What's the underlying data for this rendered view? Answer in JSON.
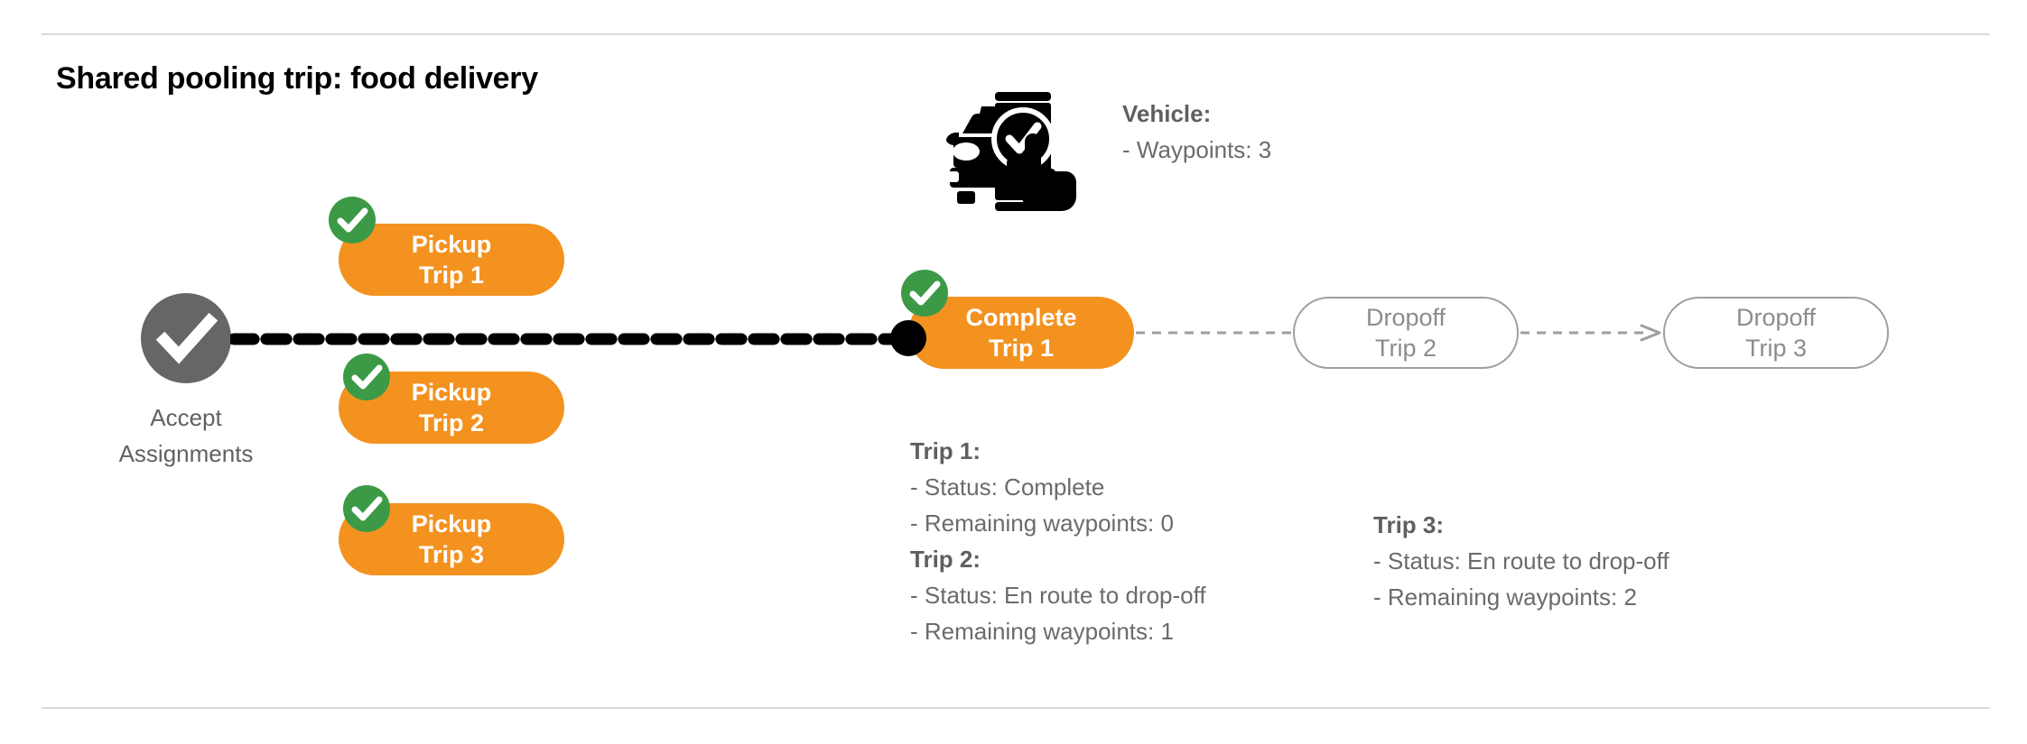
{
  "page": {
    "title": "Shared pooling trip: food delivery",
    "accent_orange": "#F3921F",
    "accent_green": "#3C9A46",
    "node_gray": "#666666",
    "outline_gray": "#9e9e9e",
    "text_gray": "#6b6b6b"
  },
  "vehicle": {
    "icon": "vehicle-phone-check-icon",
    "label": "Vehicle",
    "label_with_colon": "Vehicle:",
    "waypoints_line": "- Waypoints: 3",
    "waypoints": 3
  },
  "start_node": {
    "icon": "check-circle-icon",
    "label_line_1": "Accept",
    "label_line_2": "Assignments"
  },
  "flow": {
    "pickups": [
      {
        "title": "Pickup",
        "subtitle": "Trip 1",
        "status_icon": "check-badge-icon",
        "state": "complete"
      },
      {
        "title": "Pickup",
        "subtitle": "Trip 2",
        "status_icon": "check-badge-icon",
        "state": "complete"
      },
      {
        "title": "Pickup",
        "subtitle": "Trip 3",
        "status_icon": "check-badge-icon",
        "state": "complete"
      }
    ],
    "complete_node": {
      "title": "Complete",
      "subtitle": "Trip 1",
      "status_icon": "check-badge-icon",
      "state": "complete"
    },
    "dropoffs": [
      {
        "title": "Dropoff",
        "subtitle": "Trip 2",
        "state": "pending"
      },
      {
        "title": "Dropoff",
        "subtitle": "Trip 3",
        "state": "pending"
      }
    ]
  },
  "trip_details_left": {
    "trip1_label": "Trip 1:",
    "trip1_status": "- Status:  Complete",
    "trip1_waypoints": "- Remaining waypoints: 0",
    "trip2_label": "Trip 2:",
    "trip2_status": "- Status:  En route to drop-off",
    "trip2_waypoints": "- Remaining waypoints: 1"
  },
  "trip_details_right": {
    "trip3_label": "Trip 3:",
    "trip3_status": "- Status:  En route to drop-off",
    "trip3_waypoints": "- Remaining waypoints: 2"
  }
}
